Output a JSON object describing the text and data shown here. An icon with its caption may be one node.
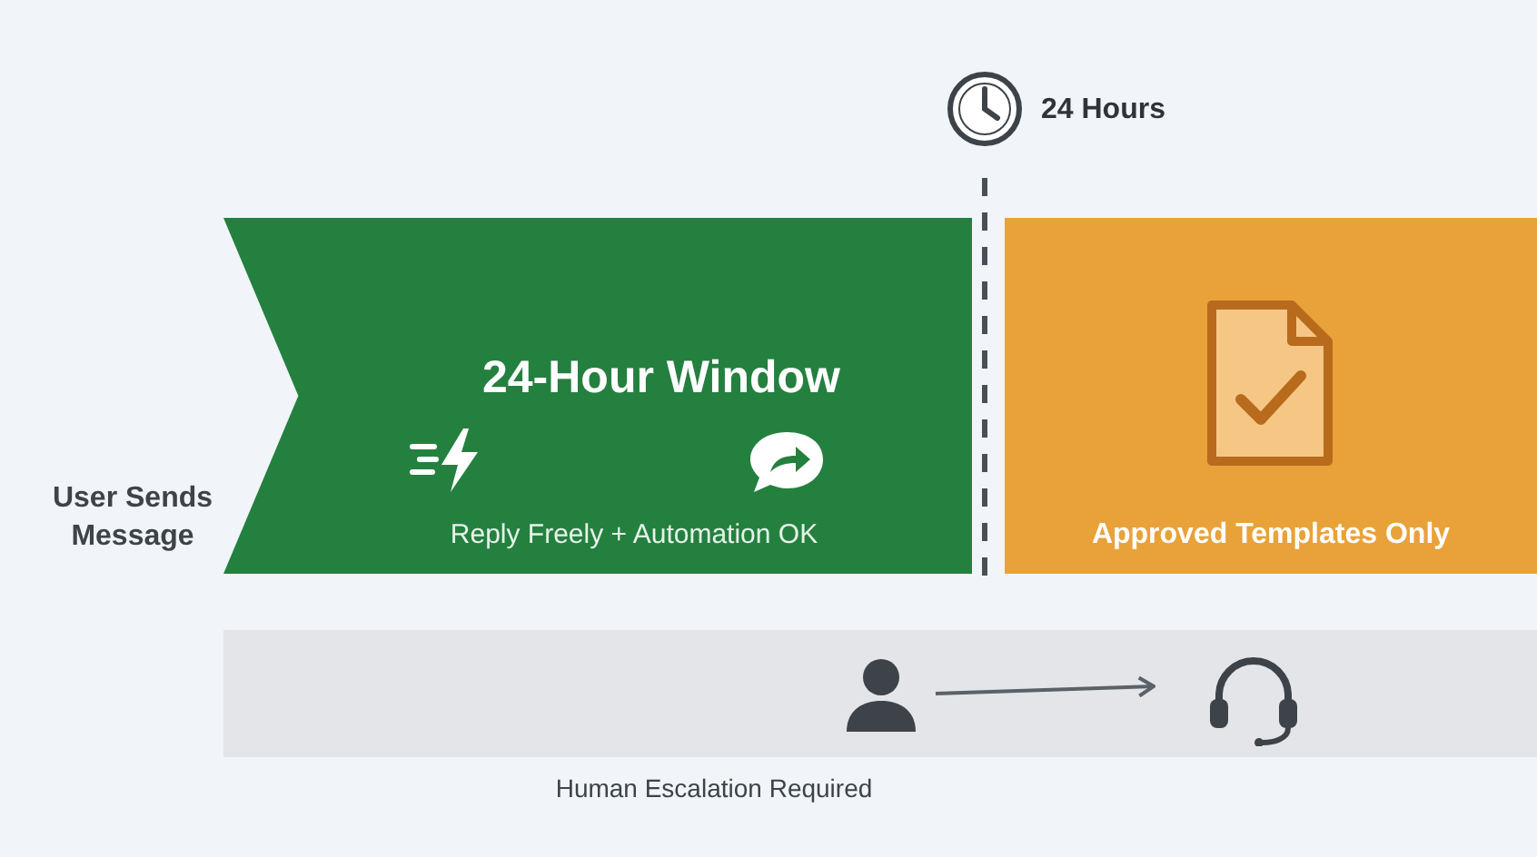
{
  "diagram": {
    "nodes": [
      {
        "text": [
          "User Sends Message"
        ]
      },
      {
        "text": [
          "24-Hour Window",
          "Reply Freely + Automation OK"
        ]
      },
      {
        "text": [
          "Approved Templates Only"
        ]
      },
      {
        "text": [
          "Human Escalation Required"
        ]
      },
      {
        "text": [],
        "shape": "person",
        "in": 3
      },
      {
        "text": [],
        "shape": "headset",
        "in": 3
      }
    ],
    "edges": [
      {
        "from": 4,
        "to": 5,
        "arrow": "to"
      }
    ],
    "labels": [
      "24 Hours"
    ]
  }
}
